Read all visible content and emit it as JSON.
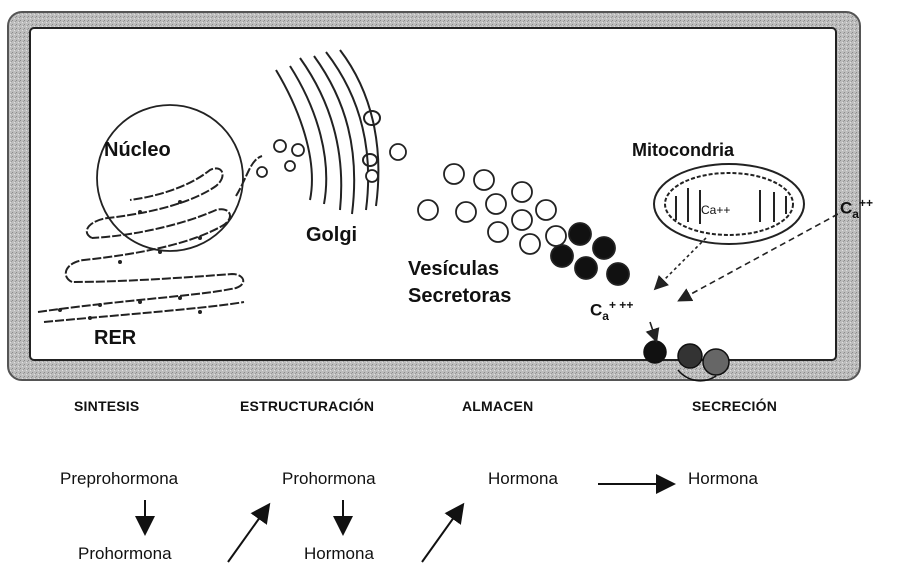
{
  "cell": {
    "nucleus_label": "Núcleo",
    "golgi_label": "Golgi",
    "rer_label": "RER",
    "vesicles_line1": "Vesículas",
    "vesicles_line2": "Secretoras",
    "mitochondria_label": "Mitocondria",
    "mito_inner_label": "Ca++",
    "calcium_inside": {
      "base": "C",
      "sub": "a",
      "charge": "+ ++"
    },
    "calcium_outside": {
      "base": "C",
      "sub": "a",
      "charge": "++"
    }
  },
  "stages": [
    "SINTESIS",
    "ESTRUCTURACIÓN",
    "ALMACEN",
    "SECRECIÓN"
  ],
  "flow": {
    "top": [
      "Preprohormona",
      "Prohormona",
      "Hormona",
      "Hormona"
    ],
    "bottom": [
      "Prohormona",
      "Hormona"
    ]
  }
}
